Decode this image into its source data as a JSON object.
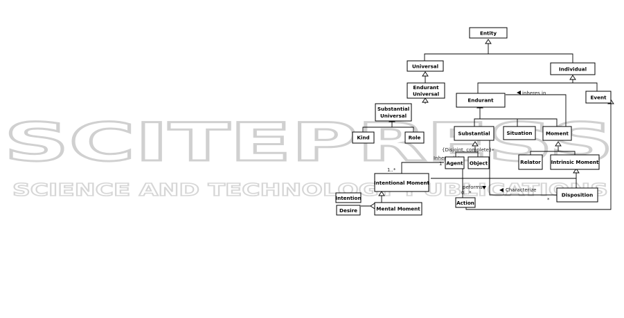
{
  "watermark": {
    "big": "SCITEPRESS",
    "small": "SCIENCE AND TECHNOLOGY PUBLICATIONS"
  },
  "classes": {
    "entity": "Entity",
    "universal": "Universal",
    "individual": "Individual",
    "endurant_universal_1": "Endurant",
    "endurant_universal_2": "Universal",
    "substantial_universal_1": "Substantial",
    "substantial_universal_2": "Universal",
    "kind": "Kind",
    "role": "Role",
    "endurant": "Endurant",
    "event": "Event",
    "substantial": "Substantial",
    "situation": "Situation",
    "moment": "Moment",
    "agent": "Agent",
    "object": "Object",
    "relator": "Relator",
    "intrinsic_moment": "Intrinsic Moment",
    "intentional_moment": "Intentional Moment",
    "intention": "Intention",
    "desire": "Desire",
    "mental_moment": "Mental Moment",
    "action": "Action",
    "disposition": "Disposition"
  },
  "labels": {
    "inheres_in_top": "inheres in",
    "inheres_in_agent": "Inheres in",
    "disjoint_complete": "{Disjoint, complete}",
    "peforms": "peforms",
    "characterize": "Characterize",
    "mult_1_star": "1..*",
    "mult_1": "1",
    "mult_0_star": "0...*",
    "mult_star_substantial": "*",
    "mult_star_disposition": "*"
  }
}
